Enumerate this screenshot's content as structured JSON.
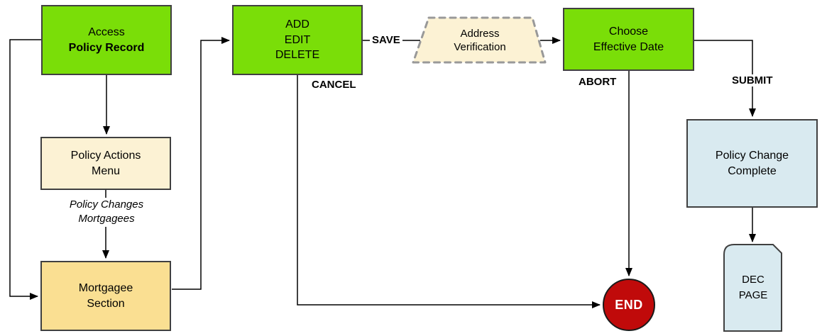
{
  "diagram": {
    "type": "flowchart",
    "nodes": {
      "access": {
        "lines": [
          "Access",
          "Policy Record"
        ]
      },
      "policy_actions": {
        "lines": [
          "Policy Actions",
          "Menu"
        ]
      },
      "mortgagee": {
        "lines": [
          "Mortgagee",
          "Section"
        ]
      },
      "add_edit_delete": {
        "lines": [
          "ADD",
          "EDIT",
          "DELETE"
        ]
      },
      "address_verification": {
        "lines": [
          "Address",
          "Verification"
        ]
      },
      "choose_date": {
        "lines": [
          "Choose",
          "Effective Date"
        ]
      },
      "policy_change_complete": {
        "lines": [
          "Policy Change",
          "Complete"
        ]
      },
      "dec_page": {
        "lines": [
          "DEC",
          "PAGE"
        ]
      },
      "end": {
        "label": "END"
      }
    },
    "edge_labels": {
      "save": "SAVE",
      "cancel": "CANCEL",
      "abort": "ABORT",
      "submit": "SUBMIT"
    },
    "connector_note": {
      "lines": [
        "Policy Changes",
        "Mortgagees"
      ]
    },
    "colors": {
      "process_green": "#7ADE08",
      "menu_cream": "#FCF2D4",
      "section_tan": "#FADF92",
      "complete_blue": "#D9EAF0",
      "end_red": "#C00A0A",
      "dashed_border_gray": "#999999",
      "box_border": "#404040",
      "connector_black": "#000000"
    }
  }
}
